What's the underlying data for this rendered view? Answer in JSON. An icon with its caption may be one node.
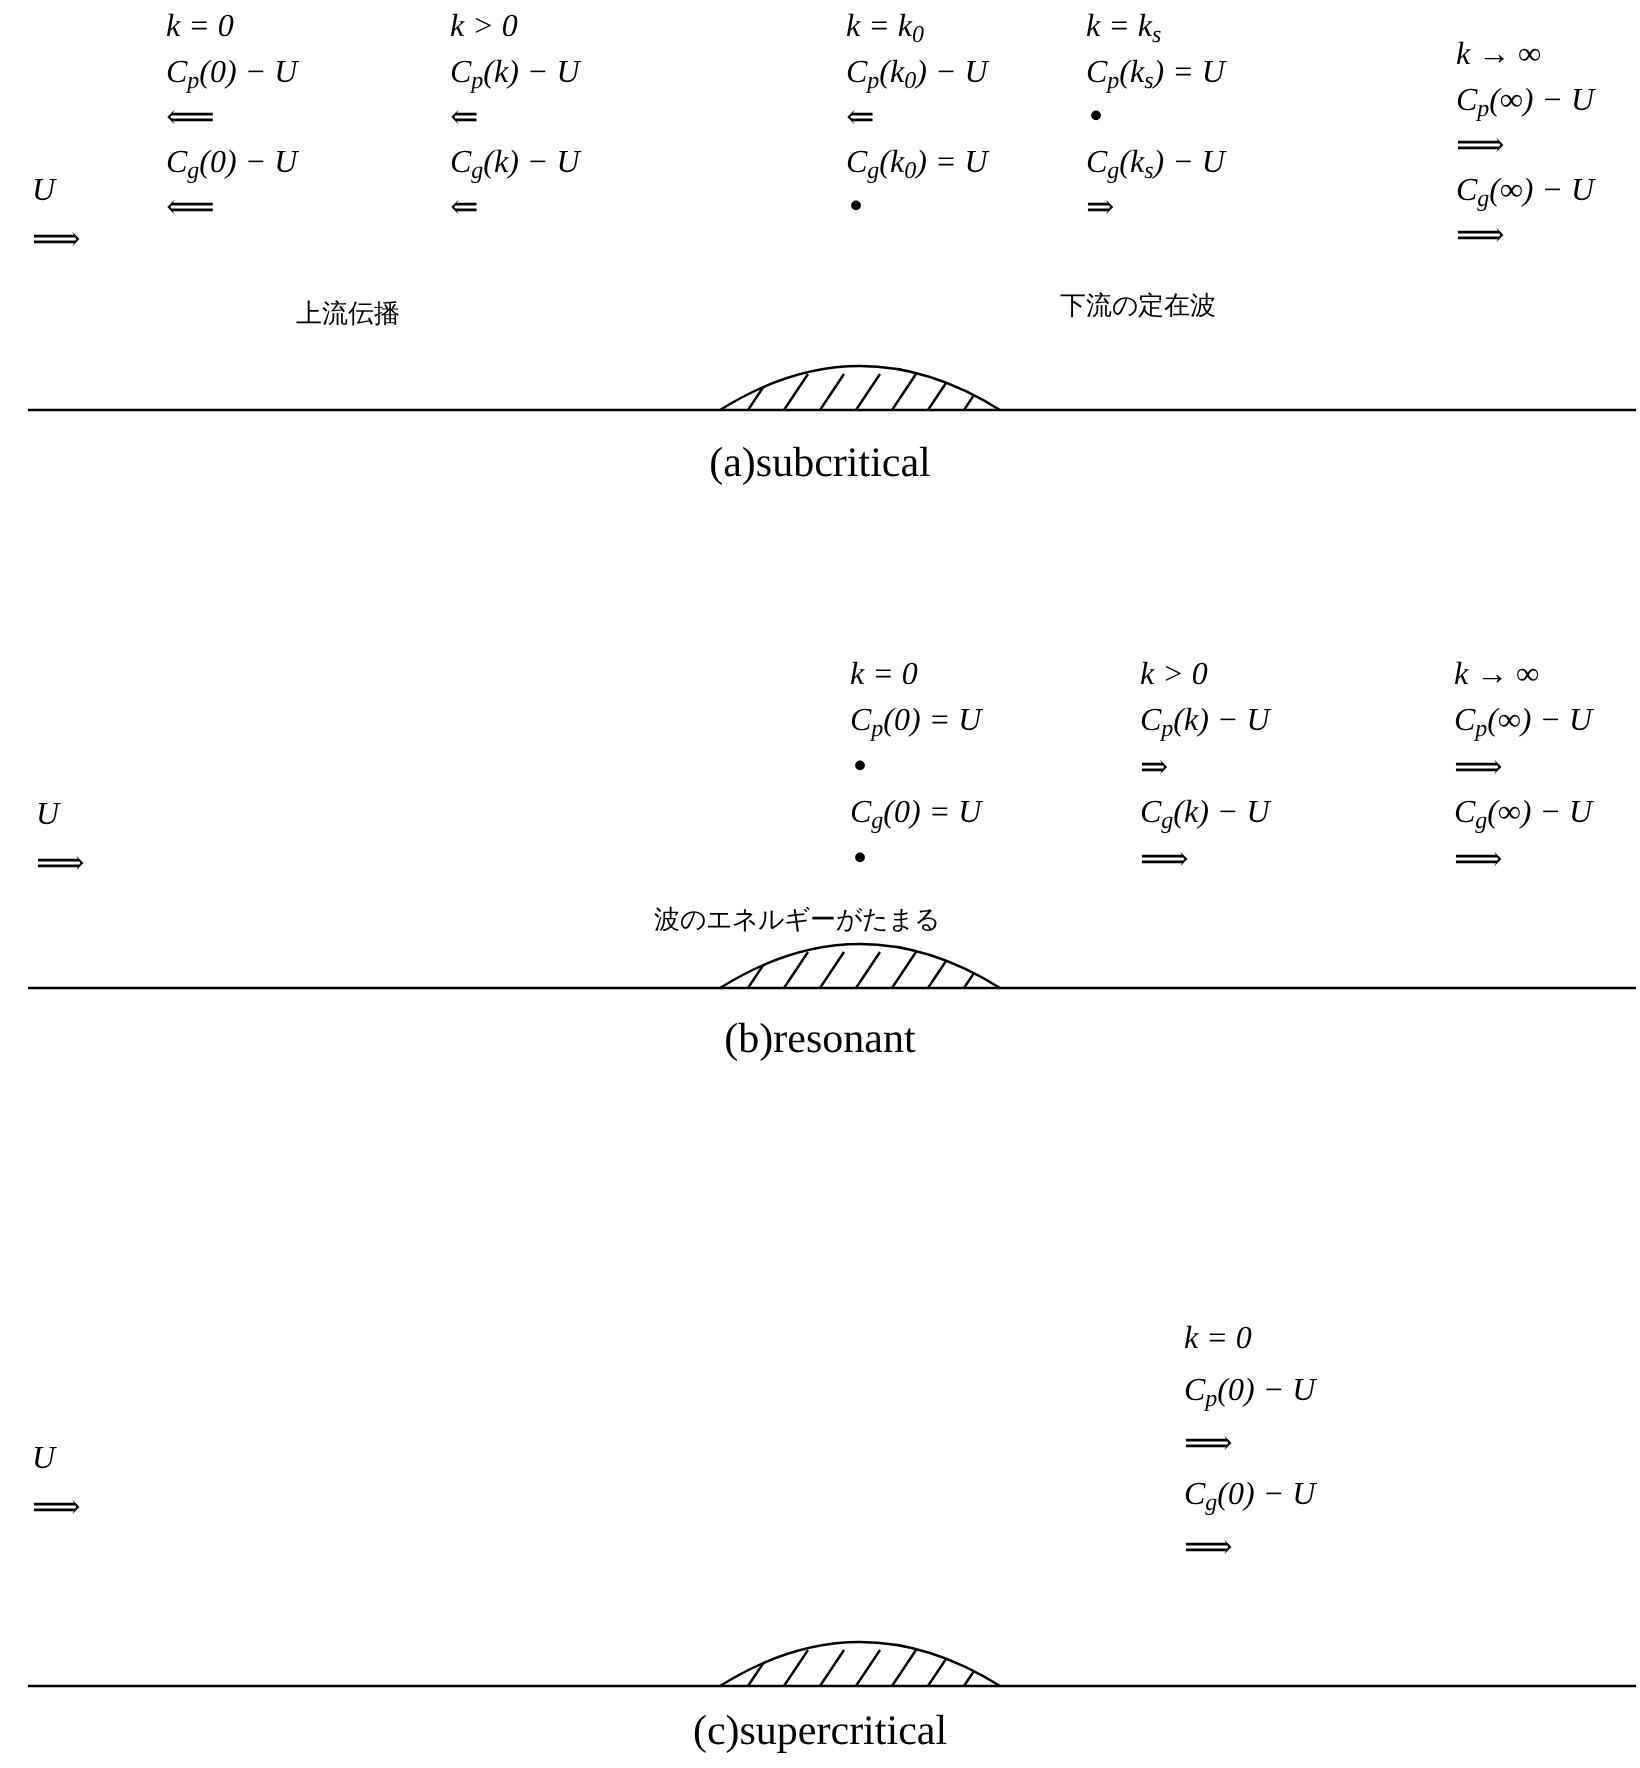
{
  "diagram": {
    "labels": [
      "U",
      "⟹",
      "k = 0",
      "C$_{p}$(0) − U",
      "⟸",
      "C$_{g}$(0) − U",
      "⟸",
      "k > 0",
      "C$_{p}$(k) − U",
      "⇐",
      "C$_{g}$(k) − U",
      "⇐",
      "k = k$_{0}$",
      "C$_{p}$(k$_{0}$) − U",
      "⇐",
      "C$_{g}$(k$_{0}$) = U",
      "•",
      "k = k$_{s}$",
      "C$_{p}$(k$_{s}$) = U",
      "•",
      "C$_{g}$(k$_{s}$) − U",
      "⇒",
      "k → ∞",
      "C$_{p}$(∞) − U",
      "⟹",
      "C$_{g}$(∞) − U",
      "⟹",
      "上流伝播",
      "下流の定在波",
      "(a)subcritical",
      "U",
      "⟹",
      "k = 0",
      "C$_{p}$(0) = U",
      "•",
      "C$_{g}$(0) = U",
      "•",
      "k > 0",
      "C$_{p}$(k) − U",
      "⇒",
      "C$_{g}$(k) − U",
      "⟹",
      "k → ∞",
      "C$_{p}$(∞) − U",
      "⟹",
      "C$_{g}$(∞) − U",
      "⟹",
      "波のエネルギーがたまる",
      "(b)resonant",
      "U",
      "⟹",
      "k = 0",
      "C$_{p}$(0) − U",
      "⟹",
      "C$_{g}$(0) − U",
      "⟹",
      "(c)supercritical"
    ]
  }
}
